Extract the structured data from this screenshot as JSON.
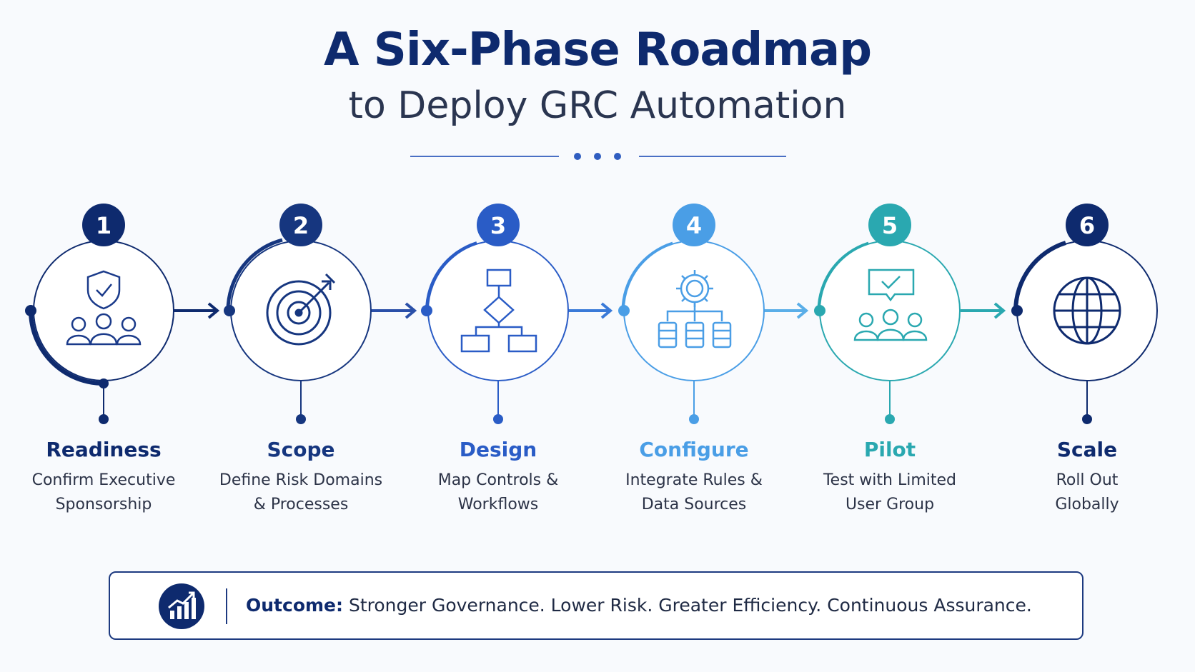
{
  "header": {
    "title": "A Six-Phase Roadmap",
    "subtitle": "to Deploy GRC Automation"
  },
  "phases": [
    {
      "number": "1",
      "name": "Readiness",
      "desc_line1": "Confirm Executive",
      "desc_line2": "Sponsorship",
      "color": "#0e2a6e",
      "icon": "shield-team-icon"
    },
    {
      "number": "2",
      "name": "Scope",
      "desc_line1": "Define Risk Domains",
      "desc_line2": "& Processes",
      "color": "#16367f",
      "icon": "target-icon"
    },
    {
      "number": "3",
      "name": "Design",
      "desc_line1": "Map Controls &",
      "desc_line2": "Workflows",
      "color": "#2a5cc6",
      "icon": "flowchart-icon"
    },
    {
      "number": "4",
      "name": "Configure",
      "desc_line1": "Integrate Rules &",
      "desc_line2": "Data Sources",
      "color": "#4a9ee6",
      "icon": "gear-database-icon"
    },
    {
      "number": "5",
      "name": "Pilot",
      "desc_line1": "Test with Limited",
      "desc_line2": "User Group",
      "color": "#2aa8b0",
      "icon": "user-group-check-icon"
    },
    {
      "number": "6",
      "name": "Scale",
      "desc_line1": "Roll Out",
      "desc_line2": "Globally",
      "color": "#0e2a6e",
      "icon": "globe-icon"
    }
  ],
  "outcome": {
    "label": "Outcome:",
    "text": "Stronger Governance. Lower Risk. Greater Efficiency. Continuous Assurance.",
    "icon": "growth-chart-icon"
  }
}
